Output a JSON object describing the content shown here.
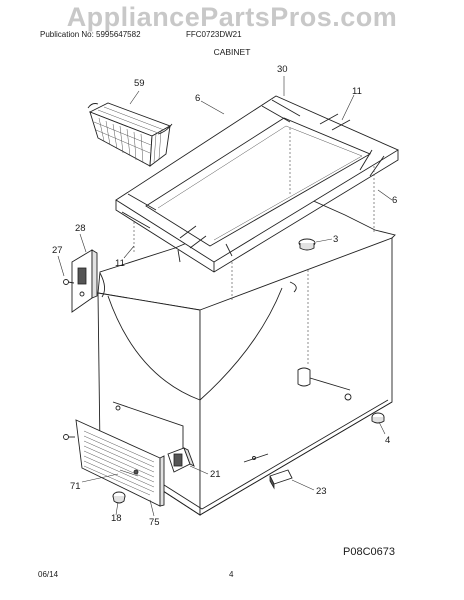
{
  "watermark": "AppliancePartsPros.com",
  "header": {
    "publication": "Publication No: 5995647582",
    "model": "FFC0723DW21",
    "section": "CABINET"
  },
  "callouts": {
    "c59": "59",
    "c30": "30",
    "c6a": "6",
    "c11a": "11",
    "c6b": "6",
    "c3": "3",
    "c28": "28",
    "c27": "27",
    "c11b": "11",
    "c4": "4",
    "c21": "21",
    "c71": "71",
    "c23": "23",
    "c18": "18",
    "c75": "75"
  },
  "figure_code": "P08C0673",
  "footer": {
    "date": "06/14",
    "page": "4"
  }
}
